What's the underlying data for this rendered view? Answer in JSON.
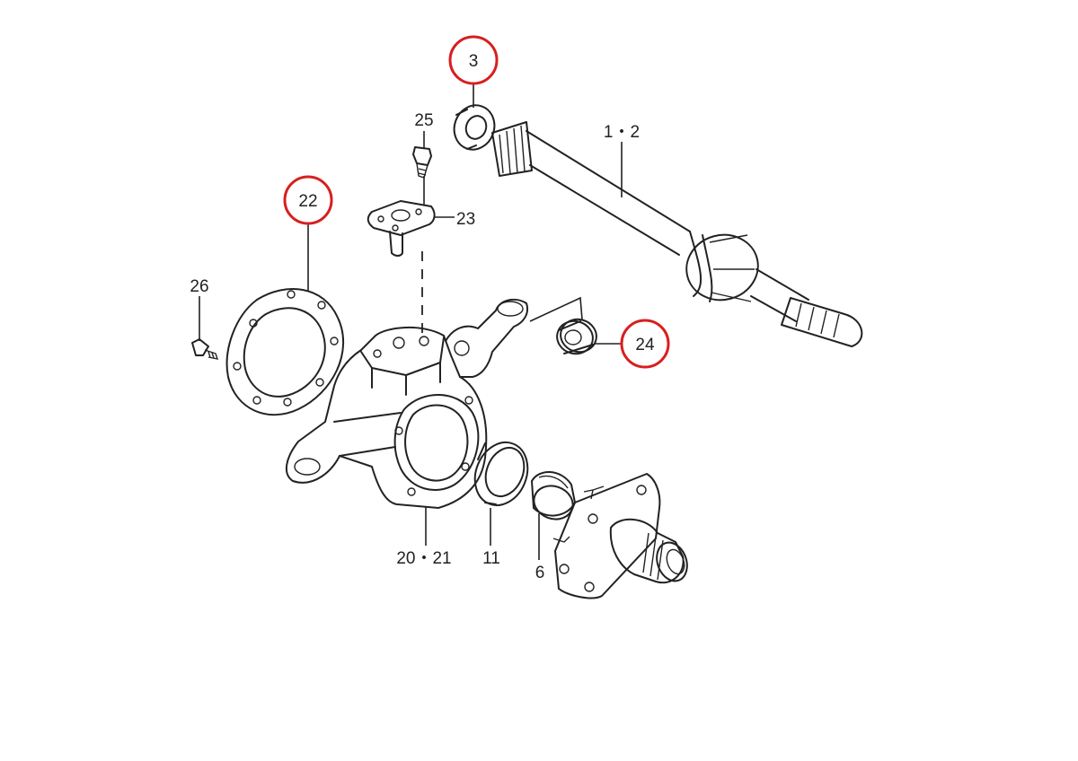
{
  "diagram": {
    "callouts": [
      {
        "id": "c3",
        "label": "3",
        "highlighted": true
      },
      {
        "id": "c12",
        "label": "1・2",
        "highlighted": false
      },
      {
        "id": "c25",
        "label": "25",
        "highlighted": false
      },
      {
        "id": "c23",
        "label": "23",
        "highlighted": false
      },
      {
        "id": "c22",
        "label": "22",
        "highlighted": true
      },
      {
        "id": "c26",
        "label": "26",
        "highlighted": false
      },
      {
        "id": "c24",
        "label": "24",
        "highlighted": true
      },
      {
        "id": "c2021",
        "label": "20・21",
        "highlighted": false
      },
      {
        "id": "c11",
        "label": "11",
        "highlighted": false
      },
      {
        "id": "c6",
        "label": "6",
        "highlighted": false
      }
    ],
    "highlight_color": "#d81f1f",
    "line_color": "#222222"
  }
}
